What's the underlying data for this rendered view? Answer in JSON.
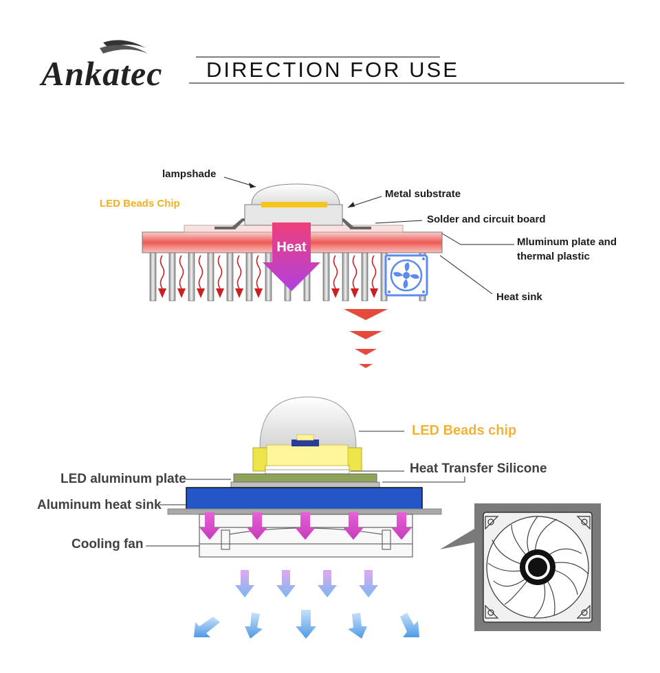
{
  "header": {
    "brand": "Ankatec",
    "title": "DIRECTION FOR USE"
  },
  "top_diagram": {
    "labels": {
      "lampshade": "lampshade",
      "led_chip": "LED Beads Chip",
      "metal_substrate": "Metal substrate",
      "solder": "Solder and circuit board",
      "aluminum_line1": "Mluminum plate and",
      "aluminum_line2": "thermal plastic",
      "heat_sink": "Heat sink"
    },
    "heat_arrow_text": "Heat"
  },
  "bottom_diagram": {
    "labels": {
      "led_chip": "LED Beads chip",
      "silicone": "Heat Transfer Silicone",
      "plate": "LED aluminum plate",
      "sink": "Aluminum heat sink",
      "fan": "Cooling fan"
    }
  },
  "colors": {
    "heat_red": "#e8473c",
    "heat_magenta": "#d640c8",
    "cool_blue": "#7ab8f0",
    "orange_label": "#f0b020",
    "sink_blue": "#2456c8"
  }
}
